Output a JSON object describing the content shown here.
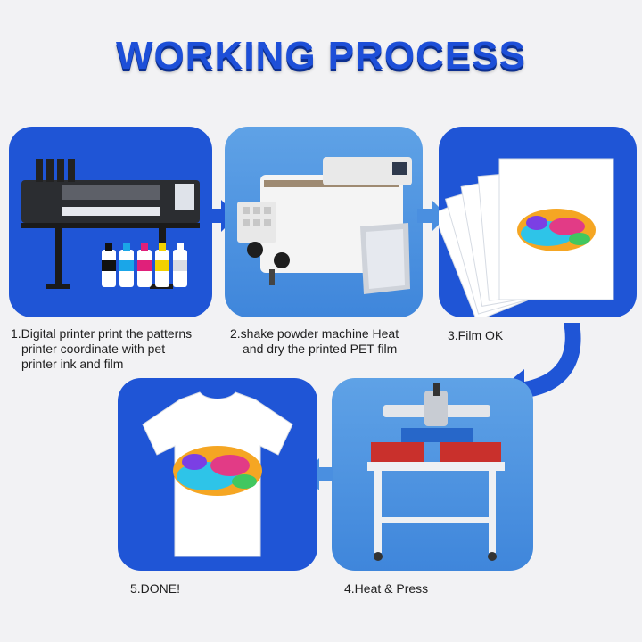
{
  "header": {
    "title": "WORKING PROCESS"
  },
  "steps": [
    {
      "caption_lines": [
        "1.Digital printer print the patterns",
        "printer coordinate with pet",
        "printer ink and film"
      ]
    },
    {
      "caption_lines": [
        "2.shake powder machine Heat",
        "and dry the printed PET film"
      ]
    },
    {
      "caption_lines": [
        "3.Film OK"
      ]
    },
    {
      "caption_lines": [
        "4.Heat & Press"
      ]
    },
    {
      "caption_lines": [
        "5.DONE!"
      ]
    }
  ],
  "colors": {
    "title": "#1d4fd8",
    "card_dark": "#1f55d6",
    "card_light": "#4a8fe0",
    "arrow": "#1f55d6",
    "background": "#f2f2f4"
  },
  "icons": [
    "printer-icon",
    "ink-bottles-icon",
    "powder-shaker-icon",
    "film-bag-icon",
    "film-sheets-icon",
    "heat-press-icon",
    "tshirt-icon"
  ]
}
